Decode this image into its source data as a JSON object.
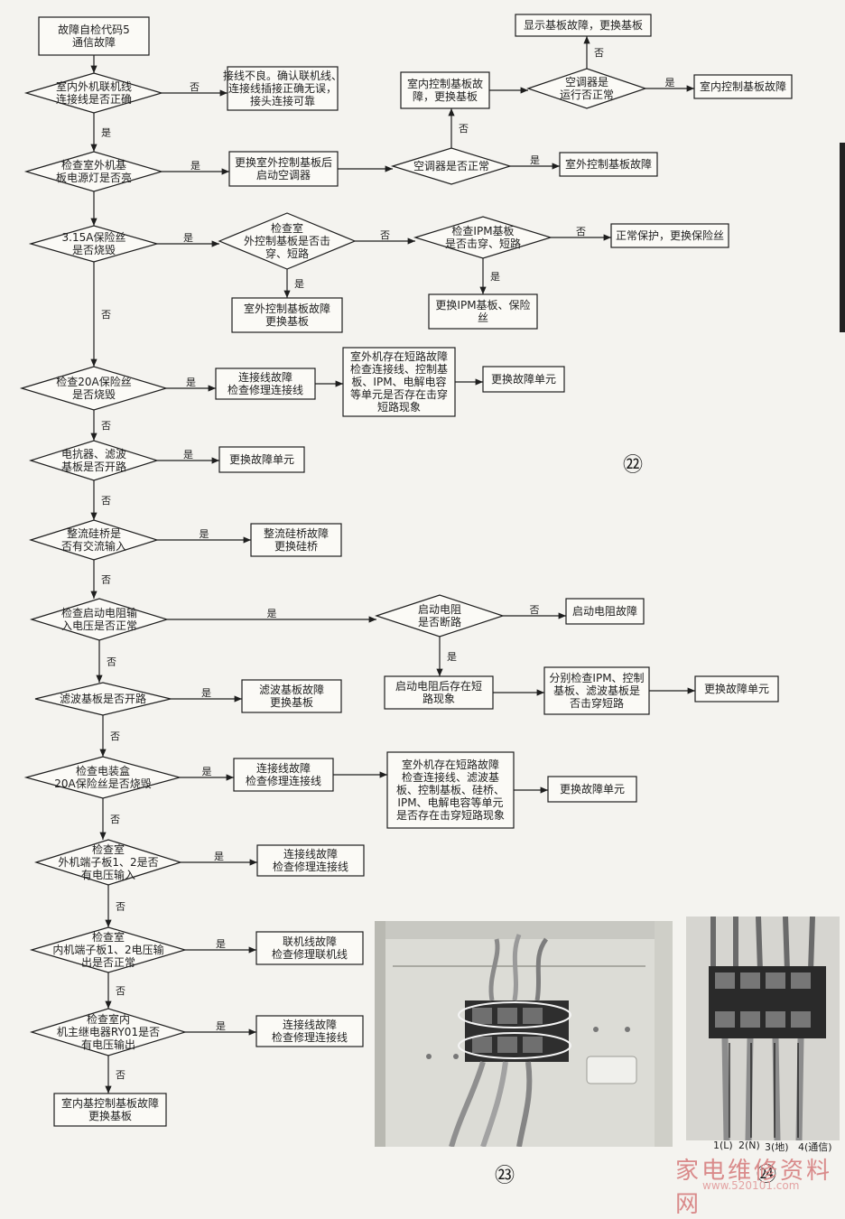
{
  "nodes": [
    {
      "id": "n1",
      "type": "rect",
      "lines": [
        "故障自检代码5",
        "通信故障"
      ]
    },
    {
      "id": "d1",
      "type": "diamond",
      "lines": [
        "室内外机联机线",
        "连接线是否正确"
      ]
    },
    {
      "id": "r1",
      "type": "rect",
      "lines": [
        "接线不良。确认联机线、",
        "连接线插接正确无误，",
        "接头连接可靠"
      ]
    },
    {
      "id": "d2",
      "type": "diamond",
      "lines": [
        "检查室外机基",
        "板电源灯是否亮"
      ]
    },
    {
      "id": "r2",
      "type": "rect",
      "lines": [
        "更换室外控制基板后",
        "启动空调器"
      ]
    },
    {
      "id": "d3",
      "type": "diamond",
      "lines": [
        "空调器是否正常"
      ]
    },
    {
      "id": "r3",
      "type": "rect",
      "lines": [
        "室外控制基板故障"
      ]
    },
    {
      "id": "r4",
      "type": "rect",
      "lines": [
        "室内控制基板故",
        "障，更换基板"
      ]
    },
    {
      "id": "d4",
      "type": "diamond",
      "lines": [
        "空调器是",
        "运行否正常"
      ]
    },
    {
      "id": "r5",
      "type": "rect",
      "lines": [
        "室内控制基板故障"
      ]
    },
    {
      "id": "r6",
      "type": "rect",
      "lines": [
        "显示基板故障，更换基板"
      ]
    },
    {
      "id": "d5",
      "type": "diamond",
      "lines": [
        "3.15A保险丝",
        "是否烧毁"
      ]
    },
    {
      "id": "d6",
      "type": "diamond",
      "lines": [
        "检查室",
        "外控制基板是否击",
        "穿、短路"
      ]
    },
    {
      "id": "d7",
      "type": "diamond",
      "lines": [
        "检查IPM基板",
        "是否击穿、短路"
      ]
    },
    {
      "id": "r7",
      "type": "rect",
      "lines": [
        "正常保护，更换保险丝"
      ]
    },
    {
      "id": "r8",
      "type": "rect",
      "lines": [
        "室外控制基板故障",
        "更换基板"
      ]
    },
    {
      "id": "r9",
      "type": "rect",
      "lines": [
        "更换IPM基板、保险",
        "丝"
      ]
    },
    {
      "id": "d8",
      "type": "diamond",
      "lines": [
        "检查20A保险丝",
        "是否烧毁"
      ]
    },
    {
      "id": "r10",
      "type": "rect",
      "lines": [
        "连接线故障",
        "检查修理连接线"
      ]
    },
    {
      "id": "r11",
      "type": "rect",
      "lines": [
        "室外机存在短路故障",
        "检查连接线、控制基",
        "板、IPM、电解电容",
        "等单元是否存在击穿",
        "短路现象"
      ]
    },
    {
      "id": "r12",
      "type": "rect",
      "lines": [
        "更换故障单元"
      ]
    },
    {
      "id": "d9",
      "type": "diamond",
      "lines": [
        "电抗器、滤波",
        "基板是否开路"
      ]
    },
    {
      "id": "r13",
      "type": "rect",
      "lines": [
        "更换故障单元"
      ]
    },
    {
      "id": "d10",
      "type": "diamond",
      "lines": [
        "整流硅桥是",
        "否有交流输入"
      ]
    },
    {
      "id": "r14",
      "type": "rect",
      "lines": [
        "整流硅桥故障",
        "更换硅桥"
      ]
    },
    {
      "id": "d11",
      "type": "diamond",
      "lines": [
        "检查启动电阻输",
        "入电压是否正常"
      ]
    },
    {
      "id": "d12",
      "type": "diamond",
      "lines": [
        "启动电阻",
        "是否断路"
      ]
    },
    {
      "id": "r15",
      "type": "rect",
      "lines": [
        "启动电阻故障"
      ]
    },
    {
      "id": "r16",
      "type": "rect",
      "lines": [
        "启动电阻后存在短",
        "路现象"
      ]
    },
    {
      "id": "r17",
      "type": "rect",
      "lines": [
        "分别检查IPM、控制",
        "基板、滤波基板是",
        "否击穿短路"
      ]
    },
    {
      "id": "r18",
      "type": "rect",
      "lines": [
        "更换故障单元"
      ]
    },
    {
      "id": "d13",
      "type": "diamond",
      "lines": [
        "滤波基板是否开路"
      ]
    },
    {
      "id": "r19",
      "type": "rect",
      "lines": [
        "滤波基板故障",
        "更换基板"
      ]
    },
    {
      "id": "d14",
      "type": "diamond",
      "lines": [
        "检查电装盒",
        "20A保险丝是否烧毁"
      ]
    },
    {
      "id": "r20",
      "type": "rect",
      "lines": [
        "连接线故障",
        "检查修理连接线"
      ]
    },
    {
      "id": "r21",
      "type": "rect",
      "lines": [
        "室外机存在短路故障",
        "检查连接线、滤波基",
        "板、控制基板、硅桥、",
        "IPM、电解电容等单元",
        "是否存在击穿短路现象"
      ]
    },
    {
      "id": "r22",
      "type": "rect",
      "lines": [
        "更换故障单元"
      ]
    },
    {
      "id": "d15",
      "type": "diamond",
      "lines": [
        "检查室",
        "外机端子板1、2是否",
        "有电压输入"
      ]
    },
    {
      "id": "r23",
      "type": "rect",
      "lines": [
        "连接线故障",
        "检查修理连接线"
      ]
    },
    {
      "id": "d16",
      "type": "diamond",
      "lines": [
        "检查室",
        "内机端子板1、2电压输",
        "出是否正常"
      ]
    },
    {
      "id": "r24",
      "type": "rect",
      "lines": [
        "联机线故障",
        "检查修理联机线"
      ]
    },
    {
      "id": "d17",
      "type": "diamond",
      "lines": [
        "检查室内",
        "机主继电器RY01是否",
        "有电压输出"
      ]
    },
    {
      "id": "r25",
      "type": "rect",
      "lines": [
        "连接线故障",
        "检查修理连接线"
      ]
    },
    {
      "id": "r26",
      "type": "rect",
      "lines": [
        "室内基控制基板故障",
        "更换基板"
      ]
    }
  ],
  "labels": {
    "yes": "是",
    "no": "否"
  },
  "figures": {
    "fig22": "㉒",
    "fig23": "㉓",
    "fig24": "㉔"
  },
  "terminals": [
    "1(L)",
    "2(N)",
    "3(地)",
    "4(通信)"
  ],
  "watermark": {
    "text": "家电维修资料网",
    "url": "www.520101.com"
  }
}
